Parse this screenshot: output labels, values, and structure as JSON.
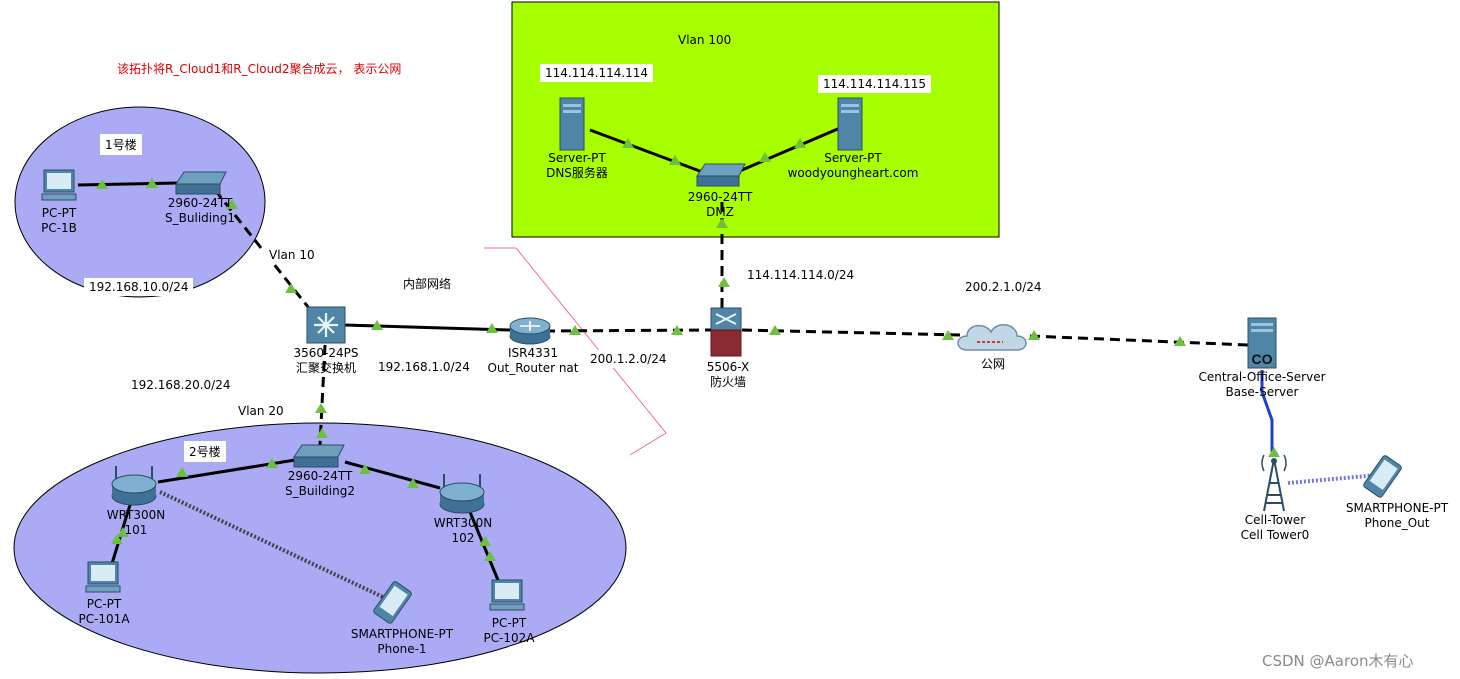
{
  "note": "该拓扑将R_Cloud1和R_Cloud2聚合成云， 表示公网",
  "watermark": "CSDN @Aaron木有心",
  "colors": {
    "dmz_zone": "#a8ff00",
    "building_zone": "#aaaaf5",
    "link_triangle": "#6dbf3e",
    "wireless_link": "#7777dd",
    "cell_link": "#1f3fd0",
    "internal_boundary": "#f07090"
  },
  "zones": {
    "dmz_vlan": "Vlan 100",
    "building1": "1号楼",
    "building1_subnet": "192.168.10.0/24",
    "building2": "2号楼",
    "building2_subnet": "192.168.20.0/24",
    "internal_network": "内部网络"
  },
  "link_labels": {
    "vlan10": "Vlan 10",
    "vlan20": "Vlan 20",
    "core_router_subnet": "192.168.1.0/24",
    "router_fw_subnet": "200.1.2.0/24",
    "dmz_subnet": "114.114.114.0/24",
    "public_subnet": "200.2.1.0/24"
  },
  "ip_labels": {
    "dns_ip": "114.114.114.114",
    "web_ip": "114.114.114.115"
  },
  "devices": {
    "dns_server": {
      "model": "Server-PT",
      "name": "DNS服务器",
      "icon": "server-icon"
    },
    "web_server": {
      "model": "Server-PT",
      "name": "woodyoungheart.com",
      "icon": "server-icon"
    },
    "dmz_switch": {
      "model": "2960-24TT",
      "name": "DMZ",
      "icon": "switch-icon"
    },
    "pc_1b": {
      "model": "PC-PT",
      "name": "PC-1B",
      "icon": "pc-icon"
    },
    "s_building1": {
      "model": "2960-24TT",
      "name": "S_Buliding1",
      "icon": "switch-icon"
    },
    "core_switch": {
      "model": "3560-24PS",
      "name": "汇聚交换机",
      "icon": "multilayer-switch-icon"
    },
    "router": {
      "model": "ISR4331",
      "name": "Out_Router nat",
      "icon": "router-icon"
    },
    "firewall": {
      "model": "5506-X",
      "name": "防火墙",
      "icon": "firewall-icon"
    },
    "cloud": {
      "model": "",
      "name": "公网",
      "icon": "cloud-icon"
    },
    "co_server": {
      "model": "Central-Office-Server",
      "name": "Base-Server",
      "icon": "central-office-server-icon"
    },
    "cell_tower": {
      "model": "Cell-Tower",
      "name": "Cell Tower0",
      "icon": "cell-tower-icon"
    },
    "phone_out": {
      "model": "SMARTPHONE-PT",
      "name": "Phone_Out",
      "icon": "smartphone-icon"
    },
    "s_building2": {
      "model": "2960-24TT",
      "name": "S_Building2",
      "icon": "switch-icon"
    },
    "wrt_101": {
      "model": "WRT300N",
      "name": "101",
      "icon": "wireless-router-icon"
    },
    "wrt_102": {
      "model": "WRT300N",
      "name": "102",
      "icon": "wireless-router-icon"
    },
    "pc_101a": {
      "model": "PC-PT",
      "name": "PC-101A",
      "icon": "pc-icon"
    },
    "phone_1": {
      "model": "SMARTPHONE-PT",
      "name": "Phone-1",
      "icon": "smartphone-icon"
    },
    "pc_102a": {
      "model": "PC-PT",
      "name": "PC-102A",
      "icon": "pc-icon"
    }
  }
}
